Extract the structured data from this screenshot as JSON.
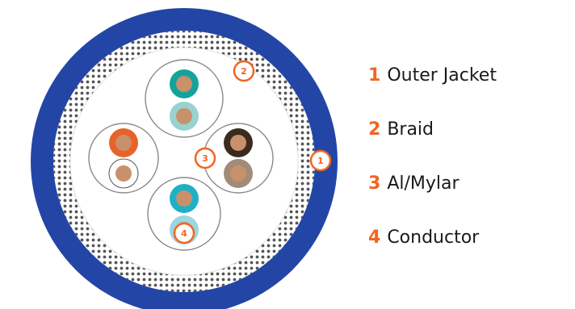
{
  "colors": {
    "jacket": "#2346a6",
    "braid_dot": "#555555",
    "accent": "#f26522",
    "conductor": "#c8916b",
    "pairs": [
      [
        "#14a39a",
        "#98d3d0"
      ],
      [
        "#e7632a",
        "#ffffff"
      ],
      [
        "#3b2a1e",
        "#a18b79"
      ],
      [
        "#1fb0c7",
        "#9cd6e1"
      ]
    ]
  },
  "labels": [
    {
      "number": "1",
      "text": "Outer Jacket"
    },
    {
      "number": "2",
      "text": "Braid"
    },
    {
      "number": "3",
      "text": "Al/Mylar"
    },
    {
      "number": "4",
      "text": "Conductor"
    }
  ],
  "callouts": [
    "1",
    "2",
    "3",
    "4"
  ]
}
